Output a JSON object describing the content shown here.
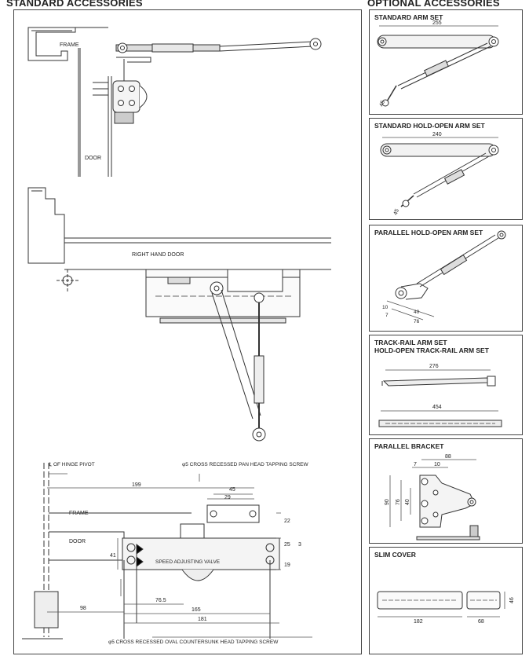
{
  "headers": {
    "standard": "STANDARD ACCESSORIES",
    "optional": "OPTIONAL ACCESSORIES"
  },
  "main": {
    "top": {
      "frame": "FRAME",
      "door": "DOOR"
    },
    "middle": {
      "right_hand_door": "RIGHT HAND DOOR"
    },
    "bottom": {
      "hinge_pivot": "℄ OF HINGE PIVOT",
      "pan_screw": "φ5 CROSS RECESSED PAN HEAD TAPPING SCREW",
      "frame": "FRAME",
      "door": "DOOR",
      "valve": "SPEED ADJUSTING VALVE",
      "oval_screw": "φ5 CROSS RECESSED OVAL COUNTERSUNK HEAD TAPPING SCREW",
      "dims": {
        "d199": "199",
        "d45": "45",
        "d29": "29",
        "d22": "22",
        "d25": "25",
        "d3": "3",
        "d19": "19",
        "d41": "41",
        "d76_5": "76.5",
        "d165": "165",
        "d181": "181",
        "d98": "98"
      }
    }
  },
  "optional": {
    "arm_set": {
      "title": "STANDARD ARM SET",
      "dim_w": "255",
      "dim_a": "45"
    },
    "hold_open": {
      "title": "STANDARD HOLD-OPEN ARM SET",
      "dim_w": "240",
      "dim_a": "45"
    },
    "parallel_hold": {
      "title": "PARALLEL HOLD-OPEN ARM SET",
      "d10": "10",
      "d7": "7",
      "d40": "40",
      "d76": "76"
    },
    "track_rail": {
      "title1": "TRACK-RAIL ARM SET",
      "title2": "HOLD-OPEN TRACK-RAIL ARM SET",
      "d276": "276",
      "d454": "454"
    },
    "bracket": {
      "title": "PARALLEL BRACKET",
      "d88": "88",
      "d7": "7",
      "d10": "10",
      "d90": "90",
      "d76": "76",
      "d40": "40"
    },
    "slim": {
      "title": "SLIM COVER",
      "d182": "182",
      "d68": "68",
      "d46": "46"
    }
  }
}
